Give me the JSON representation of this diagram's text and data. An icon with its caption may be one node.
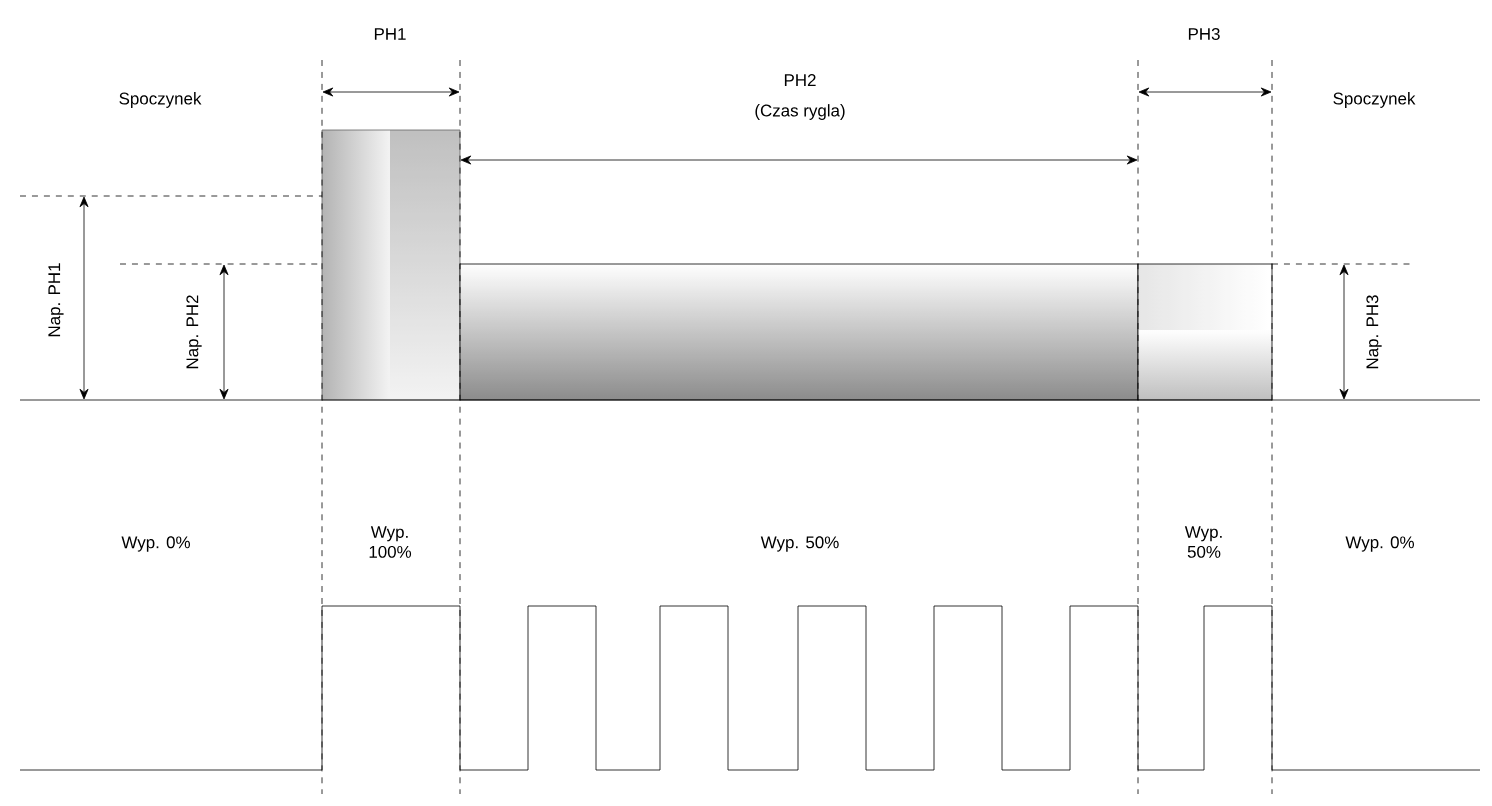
{
  "diagram": {
    "labels": [
      "PH1",
      "PH2",
      "(Czas rygla)",
      "PH3",
      "Spoczynek",
      "Spoczynek",
      "Nap. PH1",
      "Nap. PH2",
      "Nap. PH3",
      "Wyp. 0%",
      "Wyp. 100%",
      "Wyp. 50%",
      "Wyp. 50%",
      "Wyp. 0%"
    ]
  }
}
